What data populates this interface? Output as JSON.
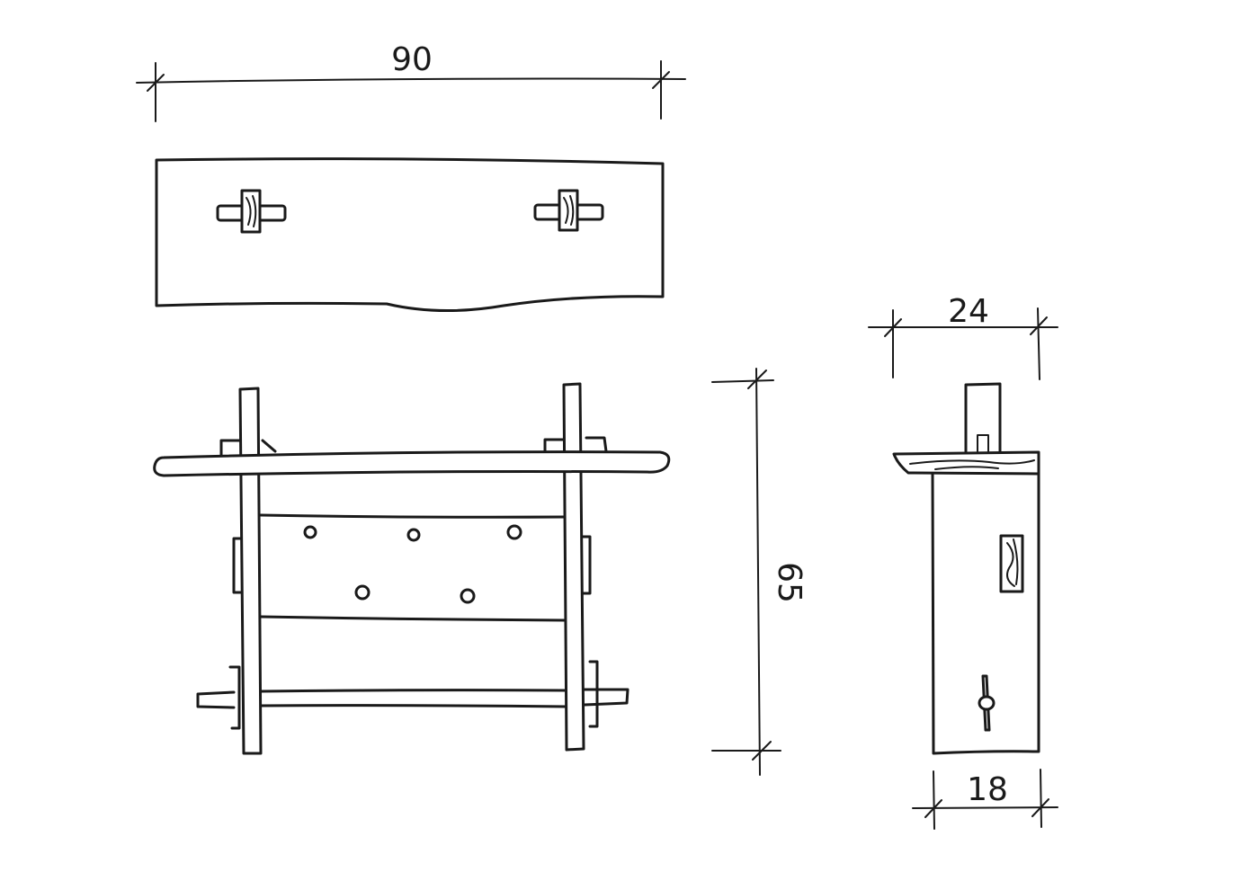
{
  "drawing": {
    "dimensions": {
      "top_width": "90",
      "height": "65",
      "side_top_depth": "24",
      "side_bottom_depth": "18"
    },
    "colors": {
      "ink": "#1a1a1a",
      "paper": "#ffffff"
    }
  }
}
